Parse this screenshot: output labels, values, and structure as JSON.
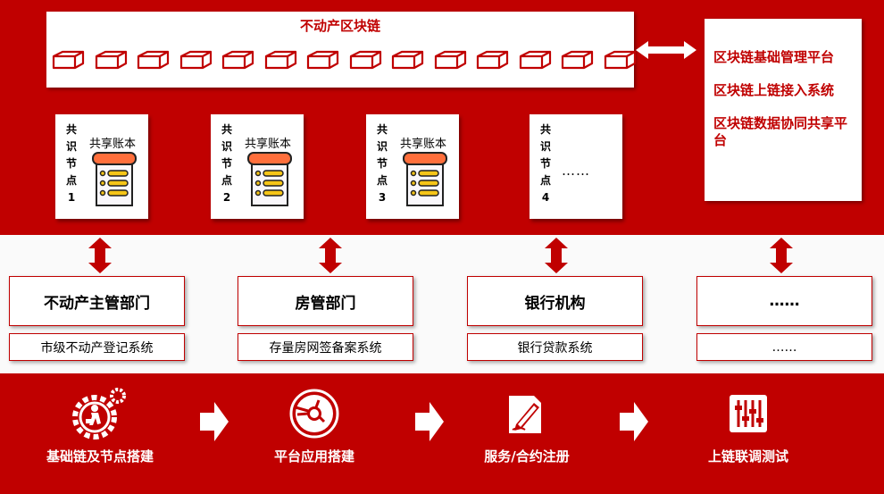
{
  "chain": {
    "title": "不动产区块链",
    "block_count": 14
  },
  "platform": {
    "items": [
      "区块链基础管理平台",
      "区块链上链接入系统",
      "区块链数据协同共享平台"
    ]
  },
  "nodes": [
    {
      "label": [
        "共",
        "识",
        "节",
        "点",
        "1"
      ],
      "ledger": "共享账本"
    },
    {
      "label": [
        "共",
        "识",
        "节",
        "点",
        "2"
      ],
      "ledger": "共享账本"
    },
    {
      "label": [
        "共",
        "识",
        "节",
        "点",
        "3"
      ],
      "ledger": "共享账本"
    },
    {
      "label": [
        "共",
        "识",
        "节",
        "点",
        "4"
      ],
      "ledger": "……"
    }
  ],
  "departments": [
    {
      "name": "不动产主管部门",
      "system": "市级不动产登记系统"
    },
    {
      "name": "房管部门",
      "system": "存量房网签备案系统"
    },
    {
      "name": "银行机构",
      "system": "银行贷款系统"
    },
    {
      "name": "……",
      "system": "……"
    }
  ],
  "steps": [
    {
      "label": "基础链及节点搭建",
      "icon": "gear-person-icon"
    },
    {
      "label": "平台应用搭建",
      "icon": "disc-icon"
    },
    {
      "label": "服务/合约注册",
      "icon": "document-pen-icon"
    },
    {
      "label": "上链联调测试",
      "icon": "sliders-icon"
    }
  ],
  "colors": {
    "primary": "#c00000",
    "ledger_top": "#ff6f3c",
    "ledger_line": "#f5c518"
  }
}
